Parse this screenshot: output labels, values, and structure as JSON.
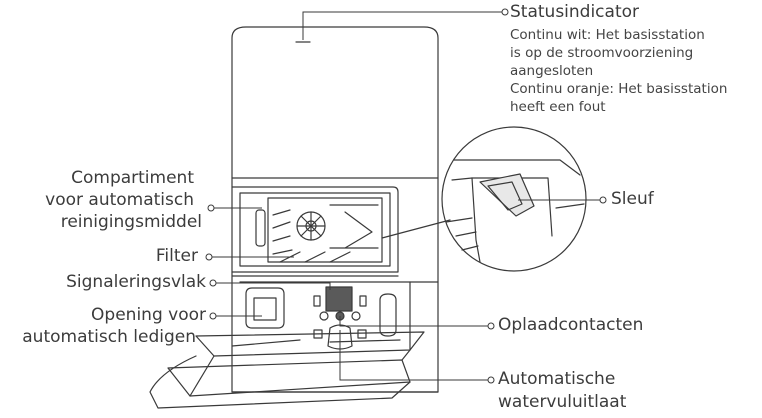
{
  "labels": {
    "status_indicator": {
      "title": "Statusindicator",
      "lines": [
        "Continu wit: Het basisstation",
        "is op de stroomvoorziening",
        "aangesloten",
        "Continu oranje: Het basisstation",
        "heeft een fout"
      ]
    },
    "compartment": [
      "Compartiment",
      "voor automatisch",
      "reinigingsmiddel"
    ],
    "slot": "Sleuf",
    "filter": "Filter",
    "signal_area": "Signaleringsvlak",
    "drain_opening": [
      "Opening voor",
      "automatisch ledigen"
    ],
    "charging_contacts": "Oplaadcontacten",
    "water_outlet": [
      "Automatische",
      "watervuluitlaat"
    ]
  },
  "colors": {
    "line": "#3a3a3a",
    "text": "#3c3c3c"
  }
}
